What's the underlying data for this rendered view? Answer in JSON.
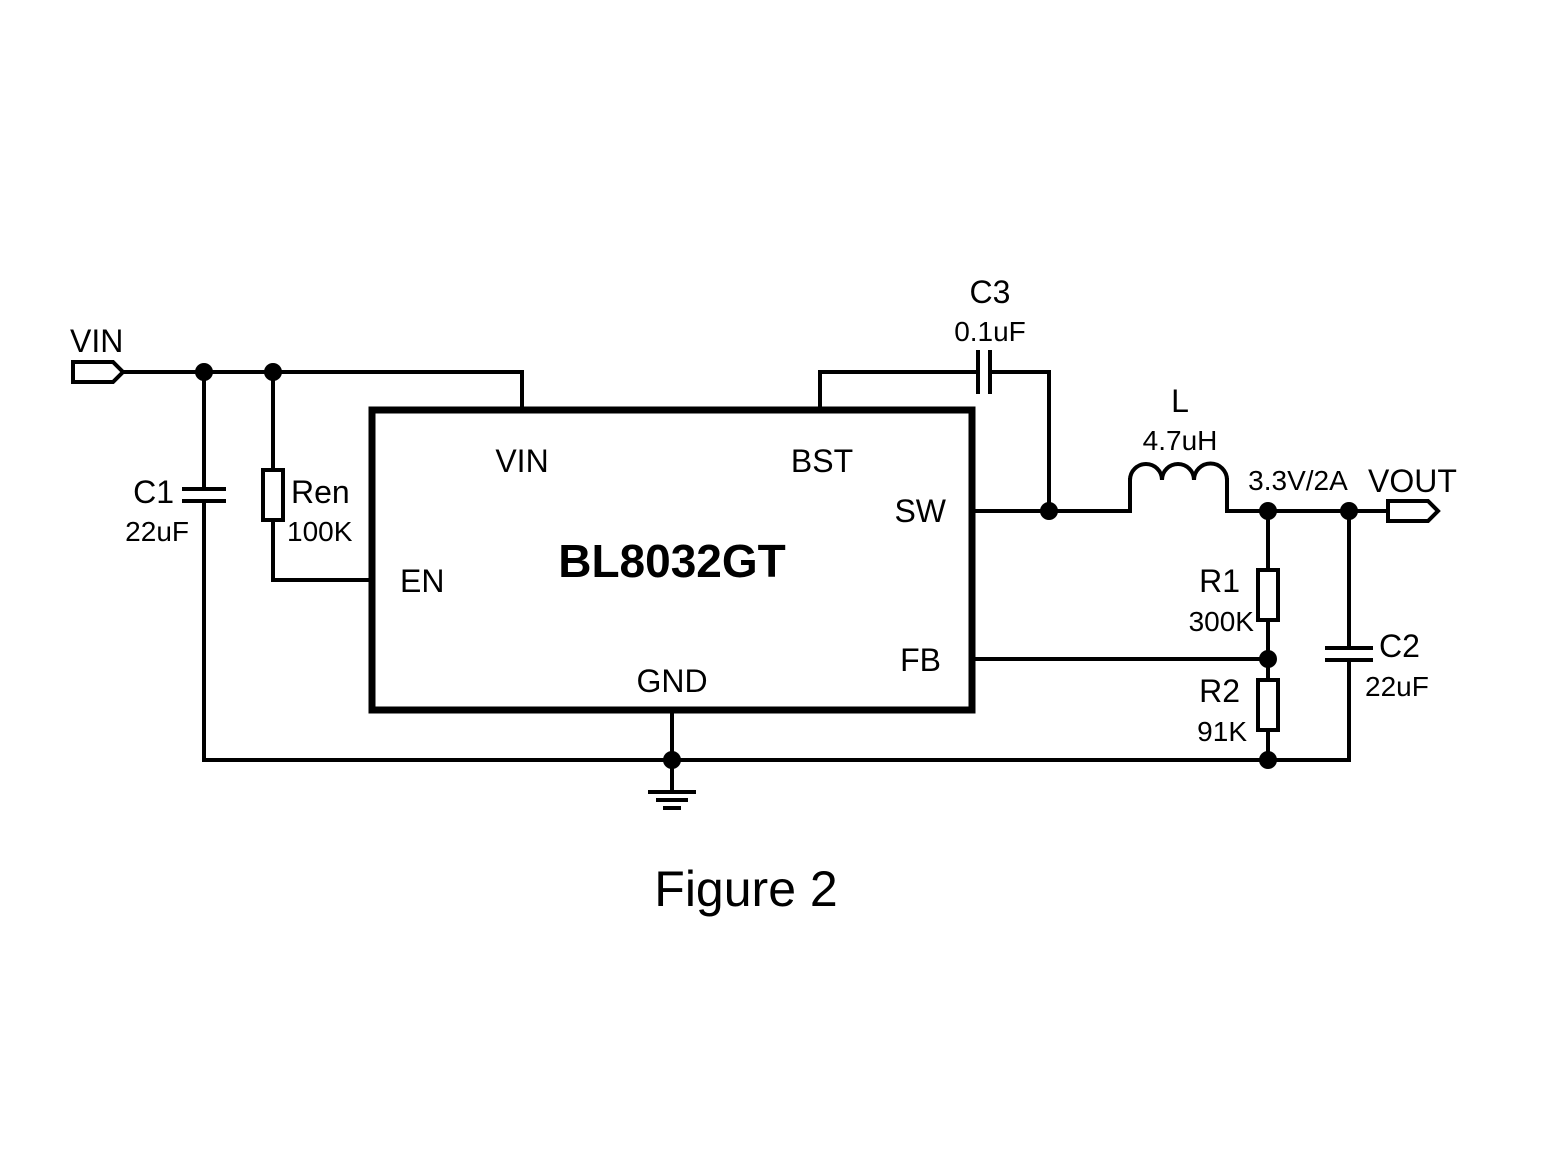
{
  "ic": {
    "name": "BL8032GT",
    "pins": {
      "vin": "VIN",
      "bst": "BST",
      "sw": "SW",
      "en": "EN",
      "fb": "FB",
      "gnd": "GND"
    }
  },
  "ports": {
    "vin": "VIN",
    "vout": "VOUT"
  },
  "components": {
    "c1": {
      "ref": "C1",
      "value": "22uF"
    },
    "ren": {
      "ref": "Ren",
      "value": "100K"
    },
    "c3": {
      "ref": "C3",
      "value": "0.1uF"
    },
    "l": {
      "ref": "L",
      "value": "4.7uH"
    },
    "r1": {
      "ref": "R1",
      "value": "300K"
    },
    "r2": {
      "ref": "R2",
      "value": "91K"
    },
    "c2": {
      "ref": "C2",
      "value": "22uF"
    }
  },
  "output_rating": "3.3V/2A",
  "caption": "Figure 2"
}
